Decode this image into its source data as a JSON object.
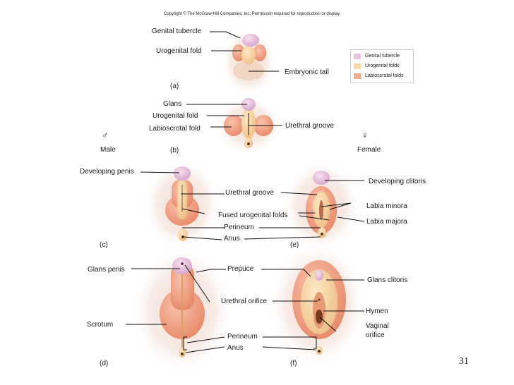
{
  "copyright": "Copyright © The McGraw-Hill Companies, Inc. Permission required for reproduction or display.",
  "slide_number": "31",
  "legend": {
    "items": [
      {
        "label": "Genital tubercle",
        "color": "#e6c4dc"
      },
      {
        "label": "Urogenital folds",
        "color": "#f8d9a8"
      },
      {
        "label": "Labioscrotal folds",
        "color": "#f2a98e"
      }
    ]
  },
  "symbols": {
    "male": "♂",
    "female": "♀"
  },
  "panels": {
    "a": {
      "tag": "(a)",
      "genital_tubercle": "Genital tubercle",
      "urogenital_fold": "Urogenital fold",
      "embryonic_tail": "Embryonic tail"
    },
    "b": {
      "tag": "(b)",
      "glans": "Glans",
      "urogenital_fold": "Urogenital fold",
      "labioscrotal_fold": "Labioscrotal fold",
      "urethral_groove": "Urethral groove",
      "male": "Male",
      "female": "Female"
    },
    "c": {
      "tag": "(c)",
      "developing_penis": "Developing penis"
    },
    "ce": {
      "urethral_groove": "Urethral groove",
      "fused_urogenital_folds": "Fused urogenital folds",
      "perineum": "Perineum",
      "anus": "Anus"
    },
    "e": {
      "tag": "(e)",
      "developing_clitoris": "Developing clitoris",
      "labia_minora": "Labia minora",
      "labia_majora": "Labia majora"
    },
    "d": {
      "tag": "(d)",
      "glans_penis": "Glans penis",
      "scrotum": "Scrotum"
    },
    "df": {
      "prepuce": "Prepuce",
      "urethral_orifice": "Urethral orifice",
      "perineum": "Perineum",
      "anus": "Anus"
    },
    "f": {
      "tag": "(f)",
      "glans_clitoris": "Glans clitoris",
      "hymen": "Hymen",
      "vaginal_orifice_1": "Vaginal",
      "vaginal_orifice_2": "orifice"
    }
  }
}
